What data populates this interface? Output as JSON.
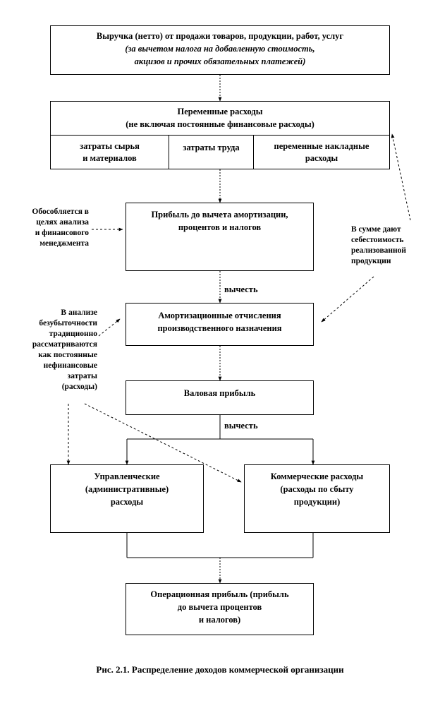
{
  "revenue": {
    "line1": "Выручка (нетто) от продажи товаров, продукции, работ, услуг",
    "line2": "(за вычетом налога на добавленную стоимость,",
    "line3": "акцизов и прочих обязательных платежей)"
  },
  "variable_costs": {
    "line1": "Переменные расходы",
    "line2": "(не включая постоянные финансовые расходы)",
    "cells": [
      {
        "line1": "затраты сырья",
        "line2": "и материалов"
      },
      {
        "line1": "затраты труда",
        "line2": ""
      },
      {
        "line1": "переменные накладные",
        "line2": "расходы"
      }
    ]
  },
  "ebitda": {
    "line1": "Прибыль до вычета амортизации,",
    "line2": "процентов и налогов"
  },
  "depreciation": {
    "line1": "Амортизационные отчисления",
    "line2": "производственного назначения"
  },
  "gross_profit": {
    "label": "Валовая  прибыль"
  },
  "admin": {
    "line1": "Управленческие",
    "line2": "(административные)",
    "line3": "расходы"
  },
  "commercial": {
    "line1": "Коммерческие расходы",
    "line2": "(расходы по сбыту",
    "line3": "продукции)"
  },
  "operating_profit": {
    "line1": "Операционная прибыль (прибыль",
    "line2": "до вычета процентов",
    "line3": "и налогов)"
  },
  "subtract_labels": [
    "вычесть",
    "вычесть"
  ],
  "note_left_top": [
    "Обособляется в",
    "целях анализа",
    "и финансового",
    "менеджмента"
  ],
  "note_right": [
    "В сумме дают",
    "себестоимость",
    "реализованной",
    "продукции"
  ],
  "note_left_mid": [
    "В анализе",
    "безубыточности",
    "традиционно",
    "рассматриваются",
    "как постоянные",
    "нефинансовые",
    "затраты",
    "(расходы)"
  ],
  "caption": "Рис. 2.1. Распределение доходов коммерческой организации"
}
